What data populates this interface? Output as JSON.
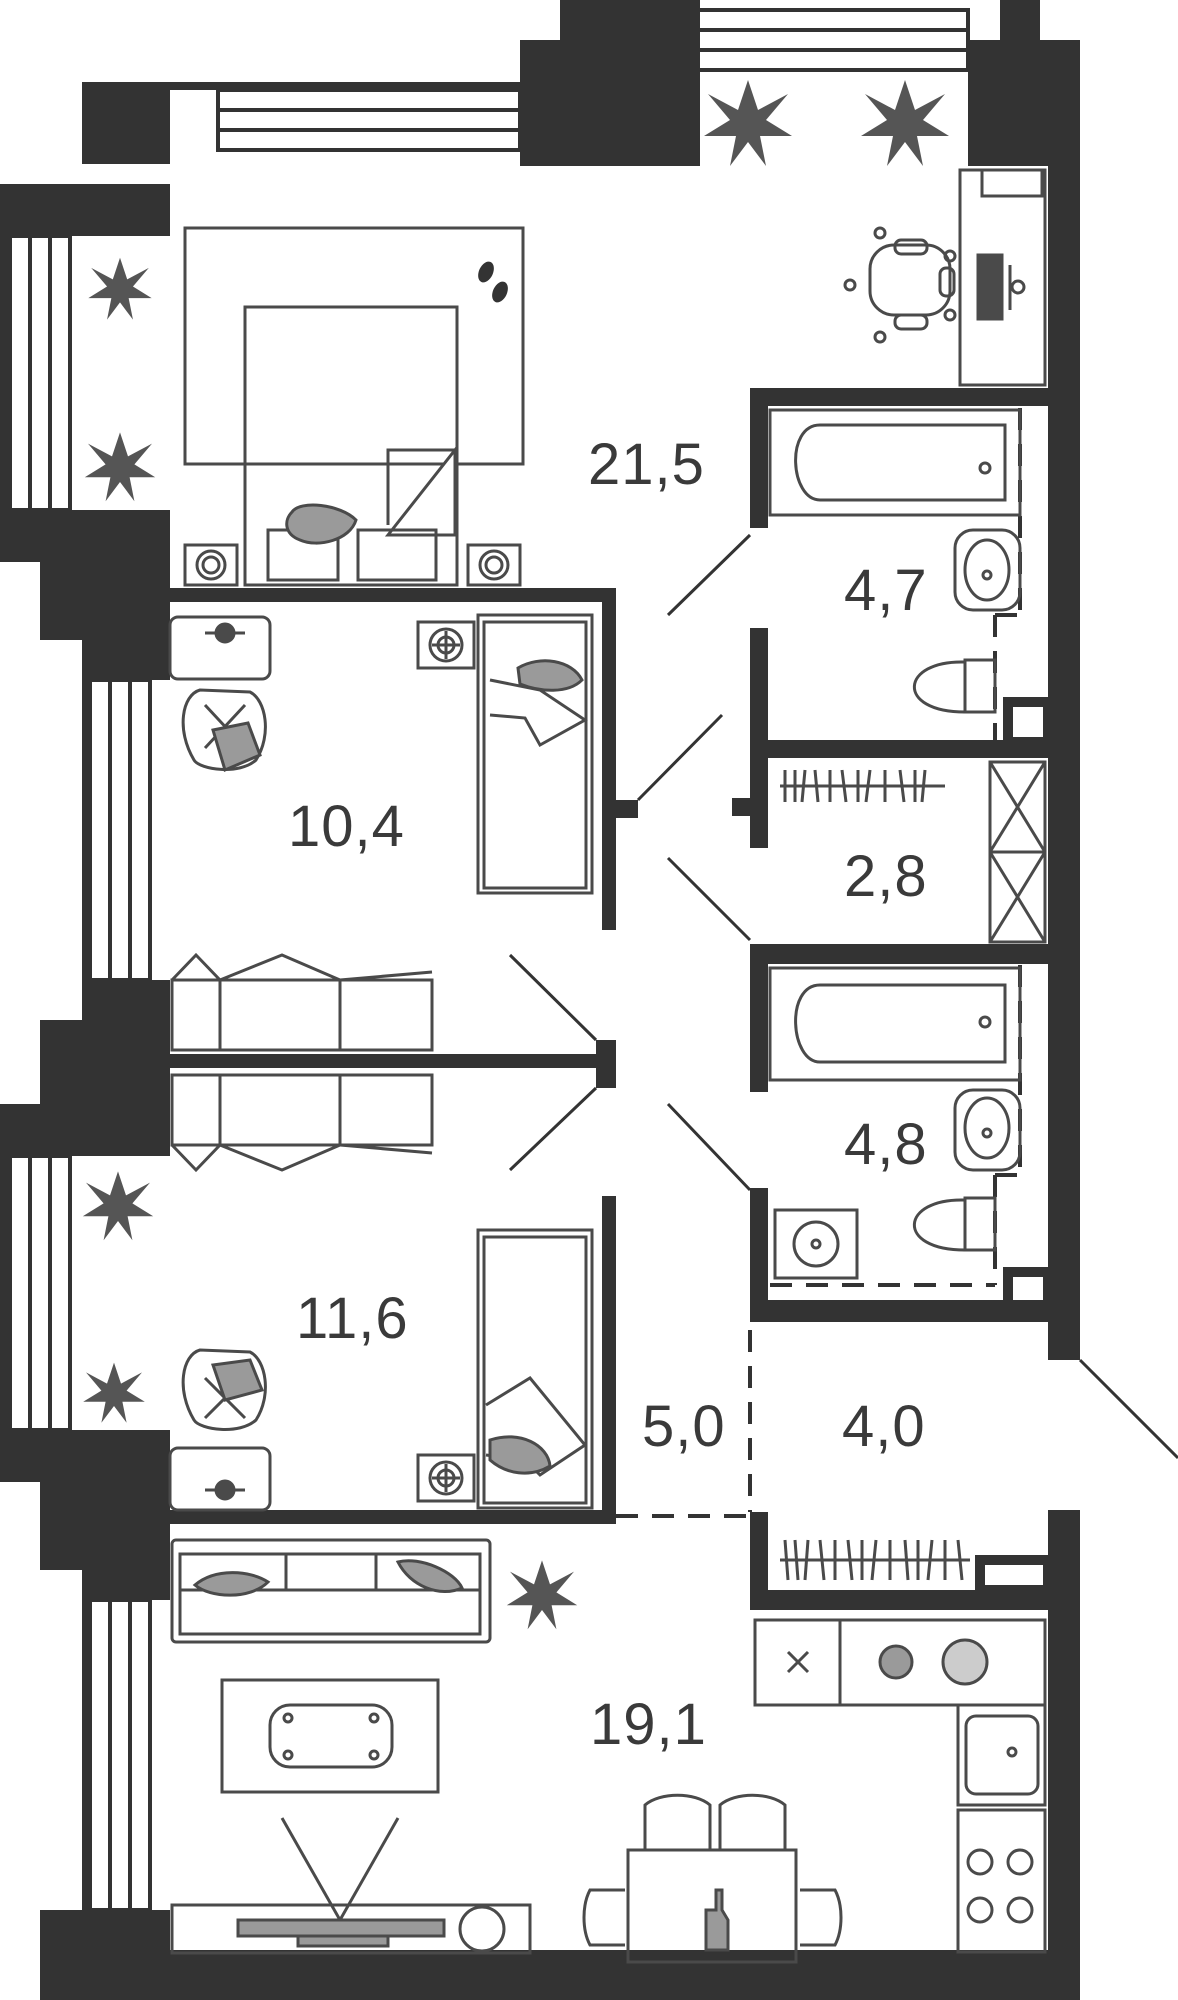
{
  "plan": {
    "wall_color": "#333333",
    "line_color": "#4a4a4a",
    "fill_accent": "#9a9a9a",
    "plant_color": "#555555",
    "rooms": [
      {
        "id": "bedroom-main",
        "area": "21,5"
      },
      {
        "id": "bathroom-1",
        "area": "4,7"
      },
      {
        "id": "bedroom-2",
        "area": "10,4"
      },
      {
        "id": "wardrobe",
        "area": "2,8"
      },
      {
        "id": "bathroom-2",
        "area": "4,8"
      },
      {
        "id": "bedroom-3",
        "area": "11,6"
      },
      {
        "id": "corridor",
        "area": "5,0"
      },
      {
        "id": "hall",
        "area": "4,0"
      },
      {
        "id": "living-kitchen",
        "area": "19,1"
      }
    ]
  }
}
